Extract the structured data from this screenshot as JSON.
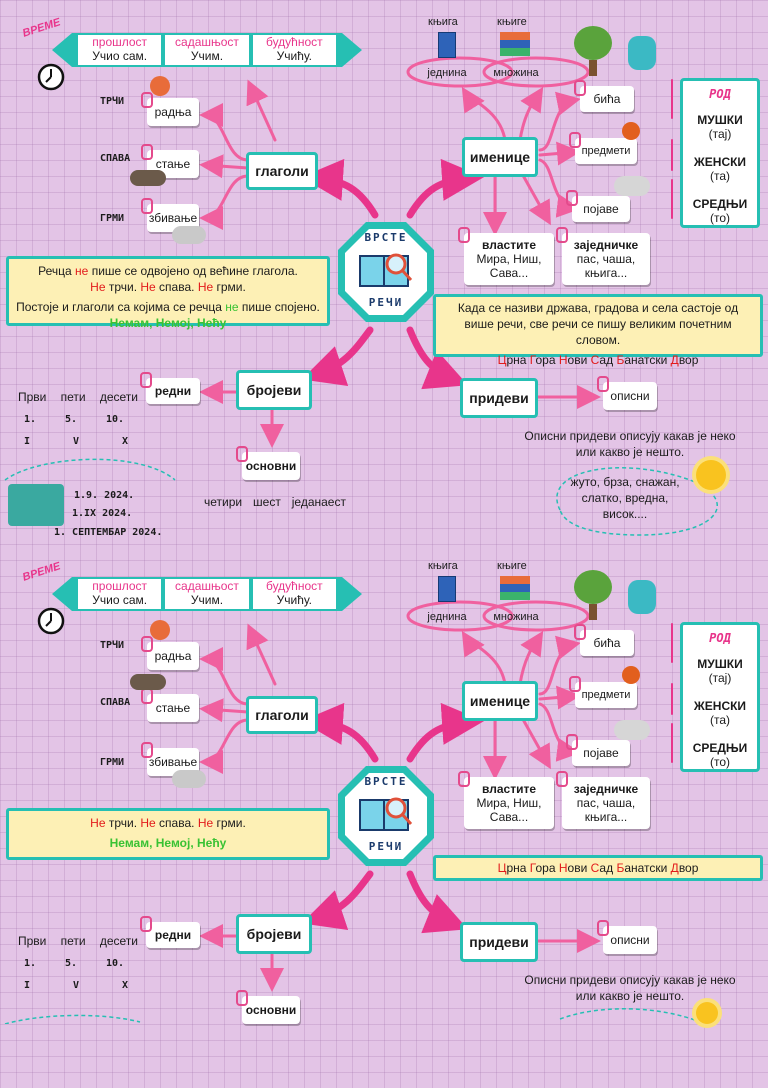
{
  "colors": {
    "teal": "#26bfb3",
    "pink": "#e8358b",
    "yellow": "#fdf0b5",
    "background": "#e3c4e6"
  },
  "center": {
    "line1": "ВРСТЕ",
    "line2": "РЕЧИ"
  },
  "time": {
    "label": "ВРЕМЕ",
    "tenses": [
      {
        "name": "прошлост",
        "example": "Учио сам."
      },
      {
        "name": "садашњост",
        "example": "Учим."
      },
      {
        "name": "будућност",
        "example": "Учићу."
      }
    ]
  },
  "verbs": {
    "title": "глаголи",
    "items": [
      {
        "word": "ТРЧИ",
        "noun": "радња"
      },
      {
        "word": "СПАВА",
        "noun": "стање"
      },
      {
        "word": "ГРМИ",
        "noun": "збивање"
      }
    ],
    "note_top": {
      "line1a": "Речца ",
      "line1b": "не",
      "line1c": " пише се одвојено од већине глагола.",
      "line2": [
        {
          "neg": "Не",
          "rest": " трчи. "
        },
        {
          "neg": "Не",
          "rest": " спава. "
        },
        {
          "neg": "Не",
          "rest": " грми."
        }
      ],
      "line3a": "Постоје и глаголи са којима се речца ",
      "line3b": "не",
      "line3c": " пише спојено.",
      "examples": "Немам, Немој, Нећу"
    },
    "note_bottom": {
      "line1": [
        {
          "neg": "Не",
          "rest": " трчи. "
        },
        {
          "neg": "Не",
          "rest": " спава. "
        },
        {
          "neg": "Не",
          "rest": " грми."
        }
      ],
      "examples": "Немам, Немој, Нећу"
    }
  },
  "nouns": {
    "title": "именице",
    "number": {
      "singular_label": "књига",
      "plural_label": "књиге",
      "singular": "једнина",
      "plural": "множина"
    },
    "kinds": [
      "бића",
      "предмети",
      "појаве"
    ],
    "gender": {
      "title": "РОД",
      "items": [
        {
          "name": "МУШКИ",
          "pron": "(тај)"
        },
        {
          "name": "ЖЕНСКИ",
          "pron": "(та)"
        },
        {
          "name": "СРЕДЊИ",
          "pron": "(то)"
        }
      ]
    },
    "proper": {
      "title": "властите",
      "examples": "Мира, Ниш, Сава..."
    },
    "common": {
      "title": "заједничке",
      "examples": "пас, чаша, књига..."
    },
    "note": {
      "text": "Када се називи држава, градова и села састоје од више речи, све речи се пишу великим почетним словом.",
      "examples": [
        {
          "cap": "Ц",
          "rest": "рна "
        },
        {
          "cap": "Г",
          "rest": "ора   "
        },
        {
          "cap": "Н",
          "rest": "ови "
        },
        {
          "cap": "С",
          "rest": "ад   "
        },
        {
          "cap": "Б",
          "rest": "анатски "
        },
        {
          "cap": "Д",
          "rest": "вор"
        }
      ]
    }
  },
  "numbers": {
    "title": "бројеви",
    "ordinal": "редни",
    "cardinal": "основни",
    "ordinal_words": [
      "Први",
      "пети",
      "десети"
    ],
    "ordinal_digits": [
      "1.",
      "5.",
      "10."
    ],
    "ordinal_roman": [
      "I",
      "V",
      "X"
    ],
    "dates": [
      "1.9. 2024.",
      "1.IX 2024.",
      "1. СЕПТЕМБАР 2024."
    ],
    "cardinal_words": [
      "четири",
      "шест",
      "једанаест"
    ]
  },
  "adjectives": {
    "title": "придеви",
    "kind": "описни",
    "definition": "Описни придеви описују какав је неко или какво је нешто.",
    "examples_line1": "жуто, брза, снажан,",
    "examples_line2": "слатко, вредна, висок...."
  }
}
